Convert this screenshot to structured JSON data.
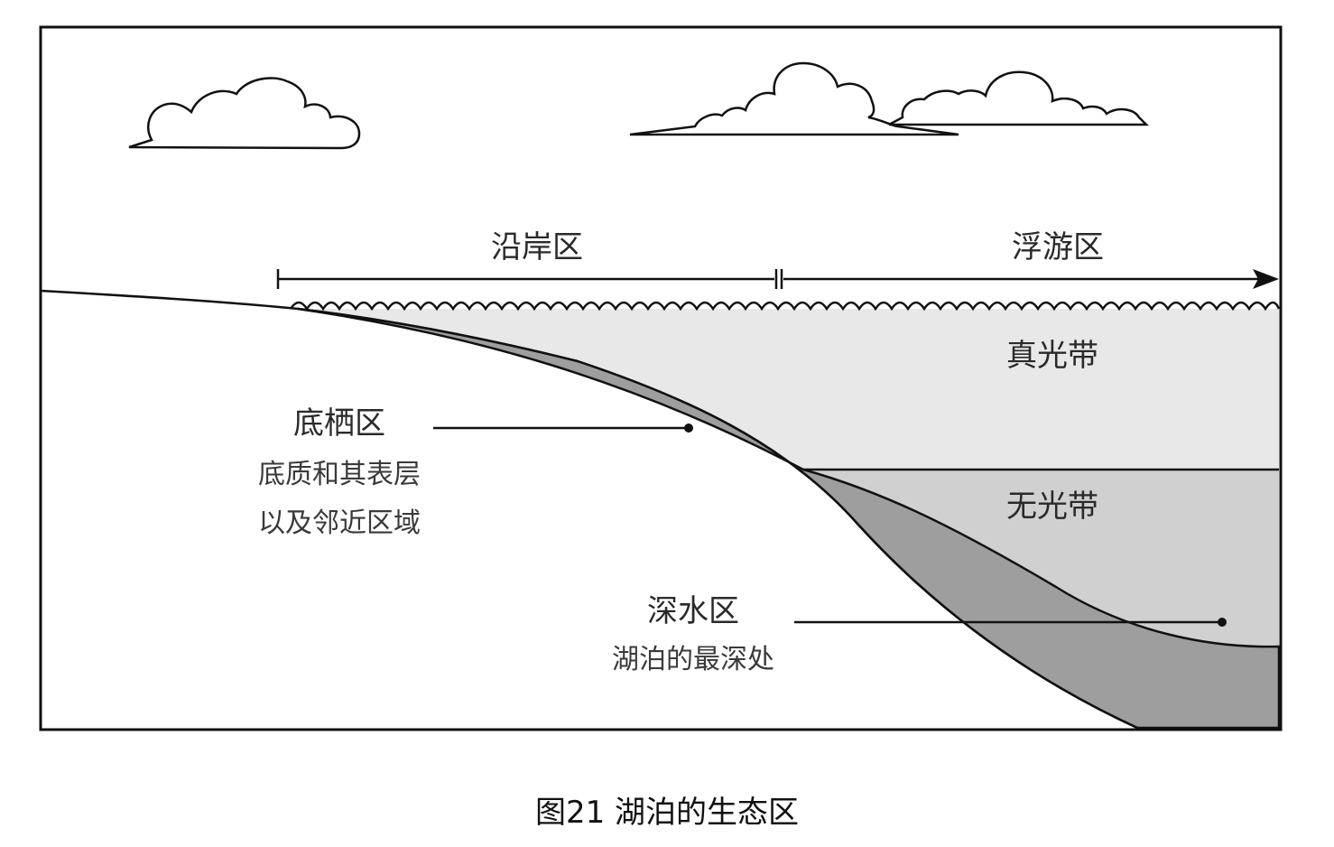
{
  "zones": {
    "littoral": "沿岸区",
    "limnetic": "浮游区",
    "photic": "真光带",
    "aphotic": "无光带",
    "benthic": {
      "title": "底栖区",
      "line1": "底质和其表层",
      "line2": "以及邻近区域"
    },
    "profundal": {
      "title": "深水区",
      "line1": "湖泊的最深处"
    }
  },
  "caption": "图21 湖泊的生态区",
  "colors": {
    "photic": "#e8e8e8",
    "aphotic": "#d0d0d0",
    "benthic_band": "#9e9e9e",
    "outline": "#111111"
  }
}
